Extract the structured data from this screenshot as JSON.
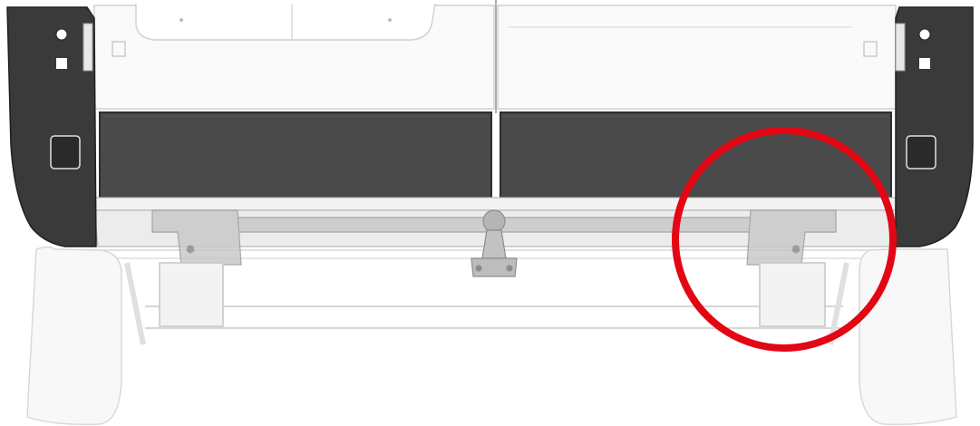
{
  "drawing": {
    "subject": "van-rear-tow-bar",
    "colors": {
      "background": "#ffffff",
      "body_line": "#c8c8c8",
      "body_fill": "#f7f7f7",
      "panel": "#4a4a4a",
      "panel_dark": "#2e2e2e",
      "lamp_housing": "#3a3a3a",
      "hardware": "#b5b5b5",
      "hardware_dark": "#8c8c8c",
      "highlight": "#e30613"
    },
    "callouts": [
      {
        "shape": "circle",
        "marks": "right-tow-bar-mounting-bracket",
        "color": "#e30613"
      }
    ]
  }
}
